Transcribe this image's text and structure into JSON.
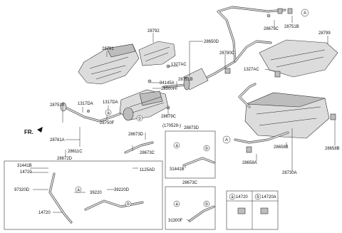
{
  "callouts": {
    "p28792": "28792",
    "p28791": "28791",
    "p1327ac_a": "1327AC",
    "p84145a": "84145A",
    "p28500h": "28500H",
    "p28650d": "28650D",
    "p28780c": "28780C",
    "p28751b_a": "28751B",
    "p28679c_a": "28679C",
    "p28751b_b": "28751B",
    "p28799": "28799",
    "p1327ac_b": "1327AC",
    "p28751b_c": "28751B",
    "p1317da_a": "1317DA",
    "p1317da_b": "1317DA",
    "p28761a": "28761A",
    "p28611c": "28611C",
    "p28672d": "28672D",
    "p28750f": "28750F",
    "p28673d": "28673D",
    "p28679c_b": "28679C",
    "p170529": "(170529-)",
    "p28873d": "28873D",
    "p31441b_a": "31441B",
    "p28673c": "28673C",
    "p1125ad": "1125AD",
    "p31441b_b": "31441B",
    "p14720_a": "14720",
    "p97320d": "97320D",
    "p39220": "39220",
    "p39220d": "39220D",
    "p14720_b": "14720",
    "p28673c_b": "28673C",
    "p31300f": "31300F",
    "p28658b_a": "28658B",
    "p28658b_b": "28658B",
    "p28658a": "28658A",
    "p28730a": "28730A",
    "legend_a": "14720",
    "legend_b": "14720A"
  },
  "markers": {
    "a": "a",
    "b": "b",
    "A": "A"
  },
  "orientation": "FR."
}
